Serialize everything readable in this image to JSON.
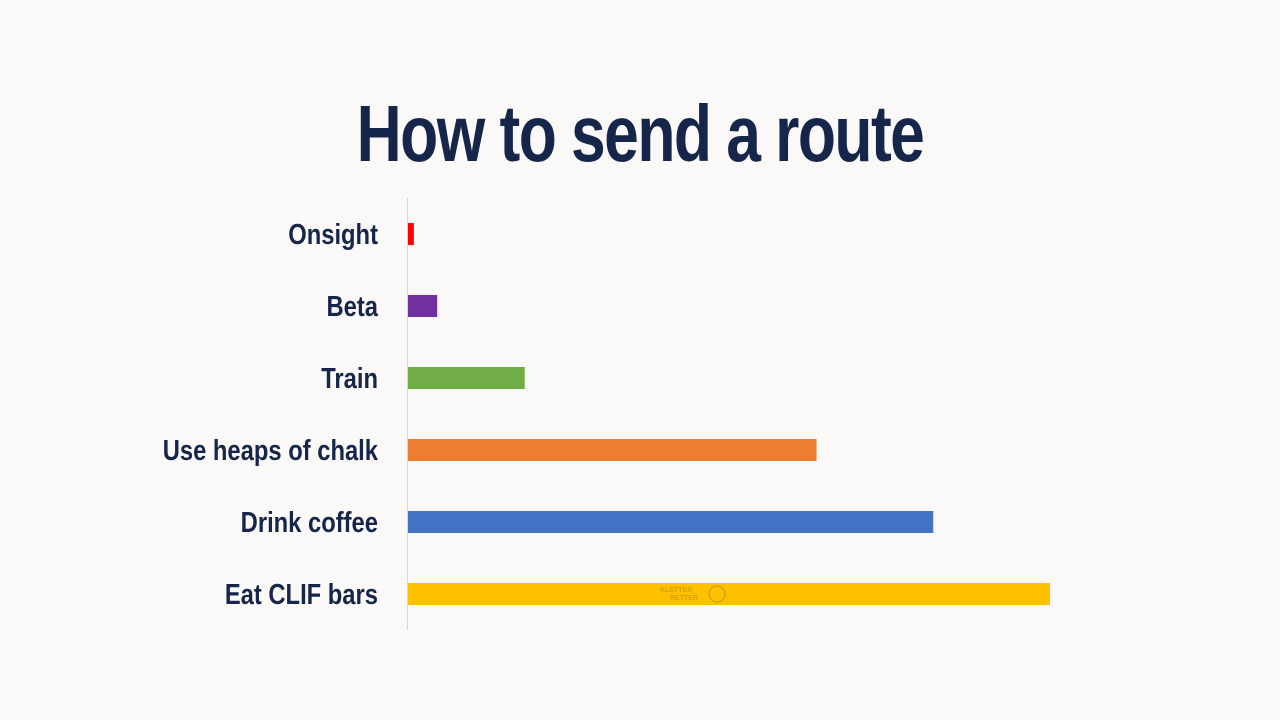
{
  "chart_data": {
    "type": "bar",
    "orientation": "horizontal",
    "title": "How to send a route",
    "xlabel": "",
    "ylabel": "",
    "categories": [
      "Onsight",
      "Beta",
      "Train",
      "Use heaps of chalk",
      "Drink coffee",
      "Eat CLIF bars"
    ],
    "values": [
      1,
      5,
      20,
      70,
      90,
      110
    ],
    "colors": [
      "#ff0000",
      "#7030a0",
      "#70ad47",
      "#ed7d31",
      "#4472c4",
      "#ffc000"
    ],
    "xlim": [
      0,
      130
    ],
    "grid": false,
    "legend": "none"
  },
  "watermark": {
    "line1": "KLETTER",
    "line2": "RETTER"
  }
}
